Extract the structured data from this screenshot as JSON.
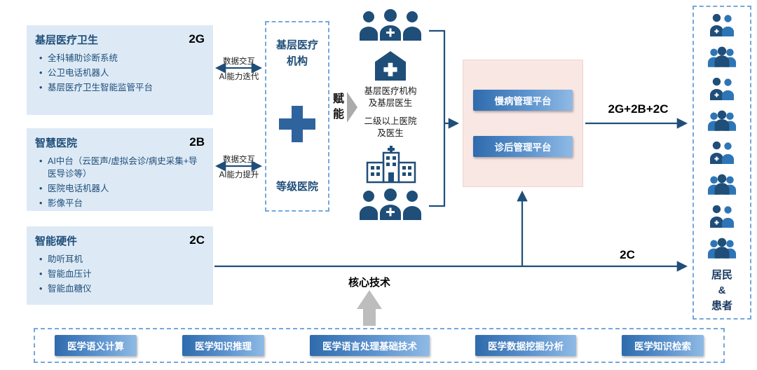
{
  "left_boxes": [
    {
      "title": "基层医疗卫生",
      "tag": "2G",
      "items": [
        "全科辅助诊断系统",
        "公卫电话机器人",
        "基层医疗卫生智能监管平台"
      ]
    },
    {
      "title": "智慧医院",
      "tag": "2B",
      "items": [
        "AI中台（云医声/虚拟会诊/病史采集+导医导诊等）",
        "医院电话机器人",
        "影像平台"
      ]
    },
    {
      "title": "智能硬件",
      "tag": "2C",
      "items": [
        "助听耳机",
        "智能血压计",
        "智能血糖仪"
      ]
    }
  ],
  "exchanges": [
    {
      "top": "数据交互",
      "bottom": "AI能力迭代"
    },
    {
      "top": "数据交互",
      "bottom": "AI能力提升"
    }
  ],
  "hub": {
    "top": "基层医疗\n机构",
    "bottom": "等级医院"
  },
  "empower_label": "赋能",
  "middle_captions": {
    "primary": "基层医疗机构\n及基层医生",
    "tier": "二级以上医院\n及医生"
  },
  "platform_box": {
    "chronic_label": "慢病管理平台",
    "post_label": "诊后管理平台"
  },
  "flow_labels": {
    "combined": "2G+2B+2C",
    "consumer": "2C"
  },
  "core_tech_label": "核心技术",
  "tech_bar_buttons": [
    "医学语义计算",
    "医学知识推理",
    "医学语言处理基础技术",
    "医学数据挖掘分析",
    "医学知识检索"
  ],
  "right_panel_caption": "居民\n&\n患者",
  "icons": {
    "medical_team": "medical-team-icon",
    "primary_hospital": "primary-hospital-icon",
    "tier_hospital": "tier-hospital-building-icon",
    "doctor_pair": "doctor-pair-icon",
    "residents_group": "residents-group-icon",
    "plus": "plus-icon",
    "empower_arrow": "gray-right-arrow-icon",
    "core_tech_arrow": "gray-up-arrow-icon"
  },
  "colors": {
    "navy": "#1F4E79",
    "box_blue": "#DDEAF6",
    "pink": "#F9E7E4",
    "button_blue_dark": "#2F6BAD",
    "button_blue_light": "#8FBAE4",
    "dashed_border": "#76A7DC",
    "gray_arrow": "#BDBDBD"
  }
}
